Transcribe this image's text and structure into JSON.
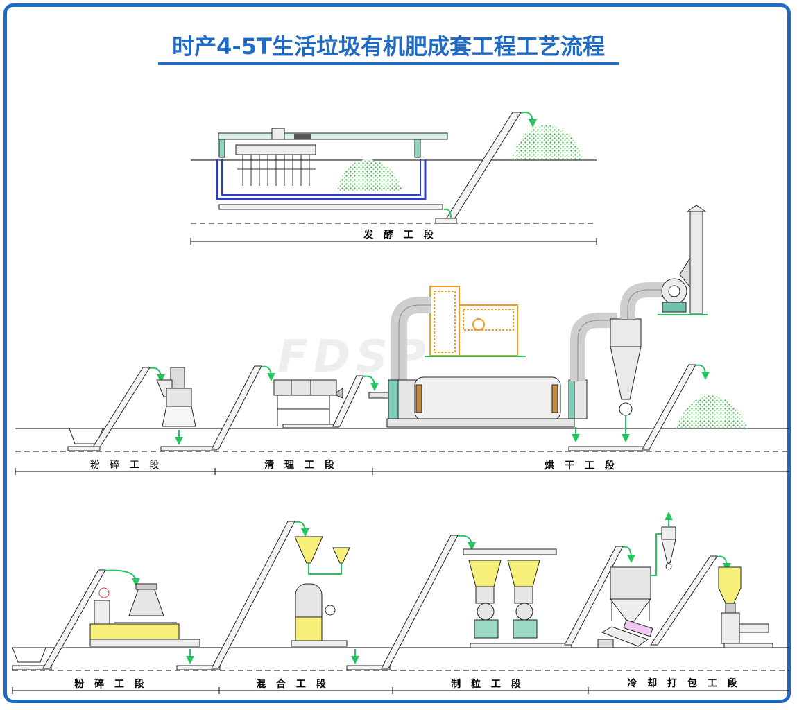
{
  "title": "时产4-5T生活垃圾有机肥成套工程工艺流程",
  "watermark": "FDSP",
  "colors": {
    "frame": "#1f6bc4",
    "conveyor_arrow": "#22c55e",
    "compost_pile": "#3fbf3f",
    "hopper_fill": "#f6ef7a",
    "pool_outline": "#2b3fc4",
    "furnace": "#f59a22",
    "equipment_fill": "#e6e6e6"
  },
  "sections": {
    "row1": [
      {
        "label": "发 酵 工 段"
      }
    ],
    "row2": [
      {
        "label": "粉 碎 工 段"
      },
      {
        "label": "清 理 工 段"
      },
      {
        "label": "烘 干 工 段"
      }
    ],
    "row3": [
      {
        "label": "粉 碎 工 段"
      },
      {
        "label": "混 合 工 段"
      },
      {
        "label": "制 粒 工 段"
      },
      {
        "label": "冷 却 打 包 工 段"
      }
    ]
  }
}
